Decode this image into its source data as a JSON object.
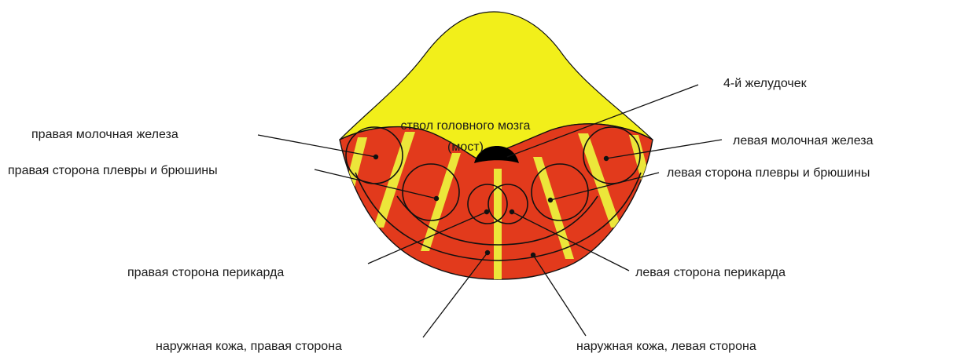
{
  "colors": {
    "brainstem": "#f2ef1a",
    "projection_zone": "#e23a1c",
    "stripe": "#ece63a",
    "ventricle": "#000000",
    "outline": "#111111"
  },
  "center_label": {
    "line1": "ствол головного мозга",
    "line2": "(мост)"
  },
  "labels": {
    "fourth_ventricle": "4-й желудочек",
    "right_mammary": "правая молочная железа",
    "left_mammary": "левая молочная железа",
    "right_pleura": "правая сторона плевры и брюшины",
    "left_pleura": "левая сторона плевры и брюшины",
    "right_pericardium": "правая сторона перикарда",
    "left_pericardium": "левая сторона перикарда",
    "skin_right": "наружная кожа, правая сторона",
    "skin_left": "наружная кожа, левая сторона"
  }
}
